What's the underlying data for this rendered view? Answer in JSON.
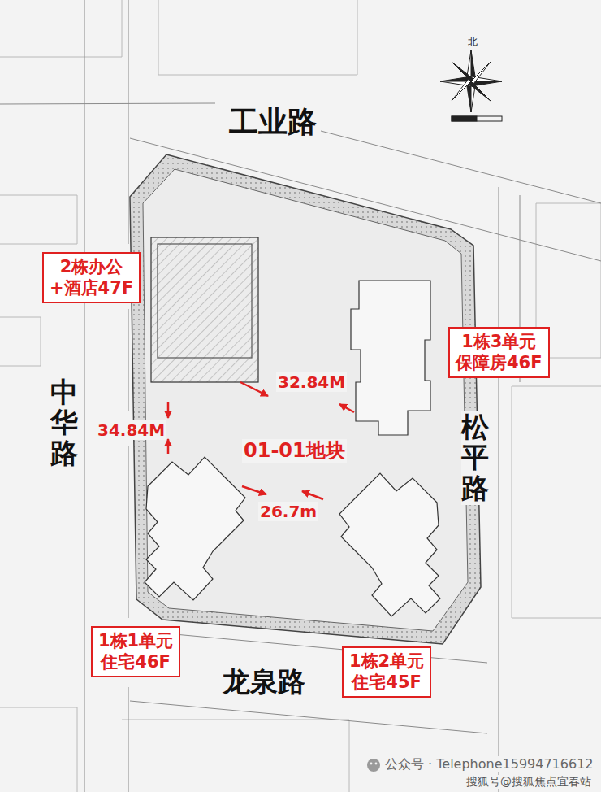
{
  "diagram": {
    "nodes": [
      {
        "text": [
          "2栋办公 +酒店47F"
        ]
      },
      {
        "text": [
          "1栋3单元 保障房46F"
        ]
      },
      {
        "text": [
          "1栋1单元 住宅46F"
        ]
      },
      {
        "text": [
          "1栋2单元 住宅45F"
        ]
      }
    ],
    "labels": [
      "北",
      "工业路",
      "中华路",
      "松平路",
      "龙泉路",
      "01-01地块",
      "32.84M",
      "34.84M",
      "26.7m",
      "公众号 · Telephone15994716612",
      "搜狐号@搜狐焦点宜春站"
    ]
  }
}
